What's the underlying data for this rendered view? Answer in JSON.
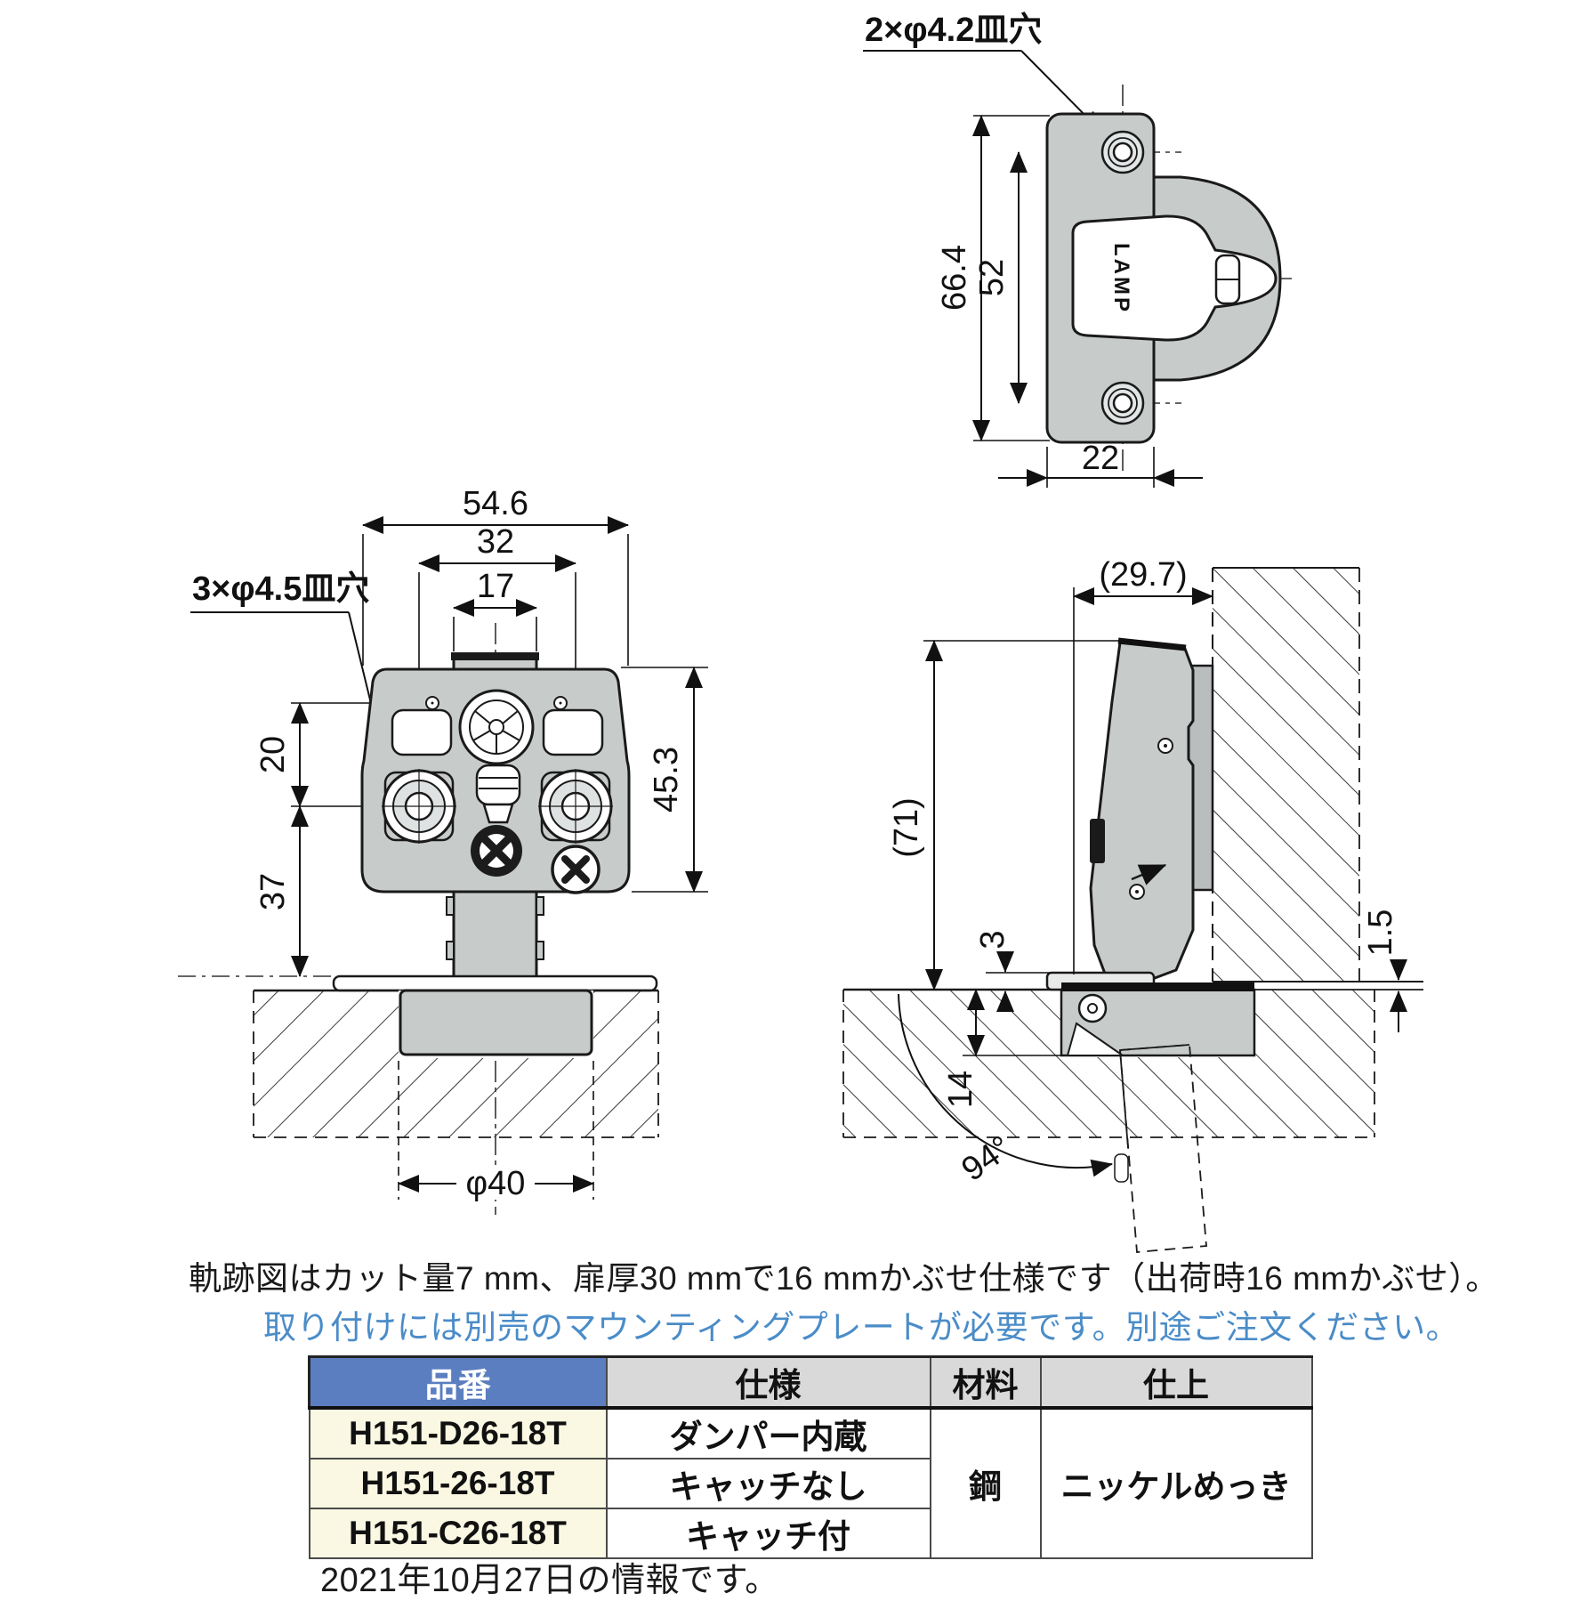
{
  "plate_view": {
    "callout": "2×φ4.2皿穴",
    "logo": "LAMP",
    "dim_total_height": "66.4",
    "dim_hole_pitch": "52",
    "dim_width": "22"
  },
  "front_view": {
    "callout": "3×φ4.5皿穴",
    "dim_total_width": "54.6",
    "dim_screw_pitch": "32",
    "dim_arm_width": "17",
    "dim_hole_offset": "20",
    "dim_surface_offset": "37",
    "dim_body_height": "45.3",
    "dim_cup_diameter": "φ40"
  },
  "side_view": {
    "dim_protrusion": "(29.7)",
    "dim_total_height": "(71)",
    "dim_flange_height": "3",
    "dim_door_gap": "1.5",
    "dim_cup_depth": "14",
    "dim_opening_angle": "94°"
  },
  "notes": {
    "trajectory": "軌跡図はカット量7 mm、扉厚30 mmで16 mmかぶせ仕様です（出荷時16 mmかぶせ）。",
    "mounting_plate": "取り付けには別売のマウンティングプレートが必要です。別途ご注文ください。",
    "date": "2021年10月27日の情報です。"
  },
  "table": {
    "headers": {
      "part_no": "品番",
      "spec": "仕様",
      "material": "材料",
      "finish": "仕上"
    },
    "rows": [
      {
        "part_no": "H151-D26-18T",
        "spec": "ダンパー内蔵"
      },
      {
        "part_no": "H151-26-18T",
        "spec": "キャッチなし"
      },
      {
        "part_no": "H151-C26-18T",
        "spec": "キャッチ付"
      }
    ],
    "material": "鋼",
    "finish": "ニッケルめっき"
  },
  "colors": {
    "metal_gray": "#c7cbca",
    "line": "#1a1a1a",
    "note_blue": "#4a8cc8",
    "header_blue": "#5b7ec0",
    "header_gray": "#d9d9d9",
    "part_cream": "#faf8e2"
  }
}
